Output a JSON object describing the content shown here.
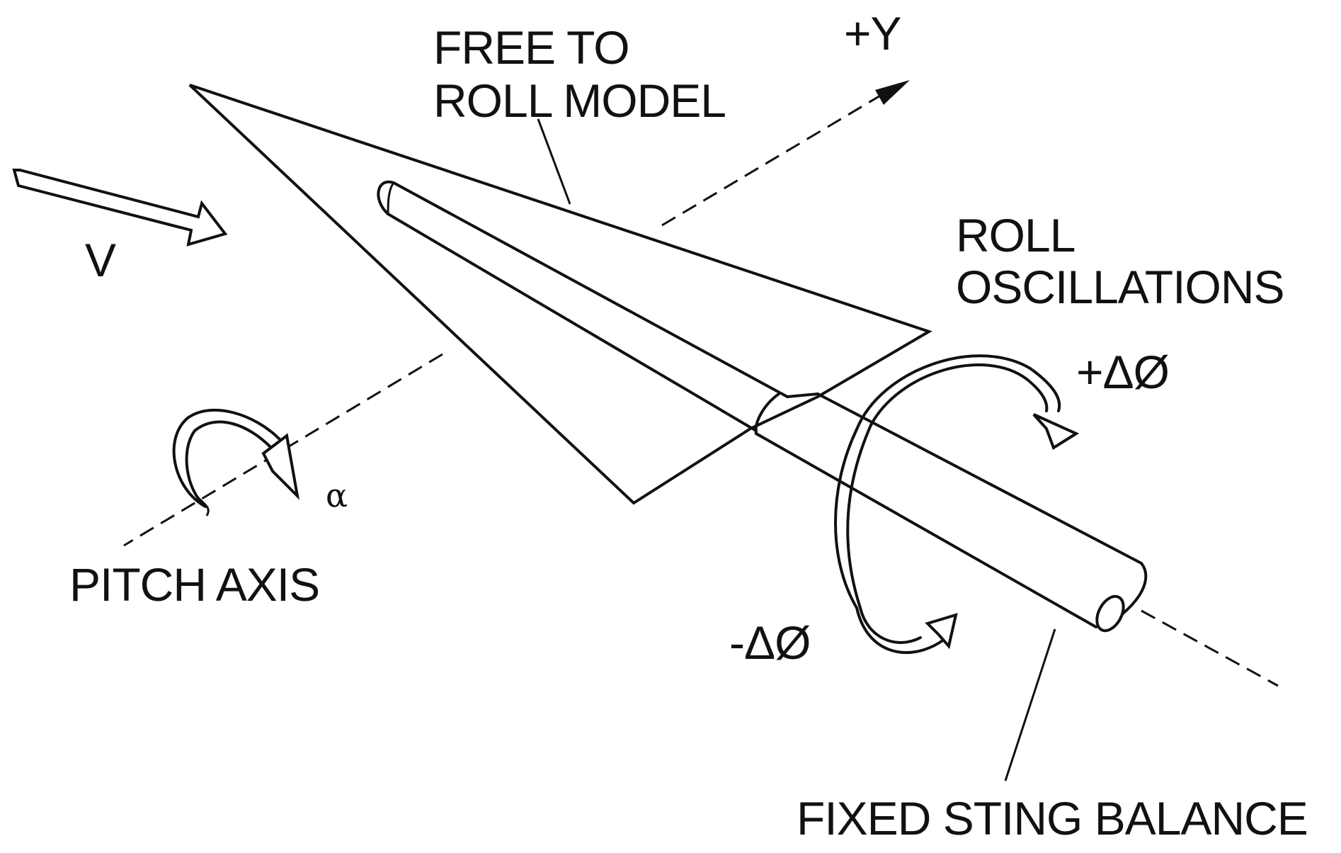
{
  "labels": {
    "free_to_roll_line1": "FREE TO",
    "free_to_roll_line2": "ROLL MODEL",
    "plus_y": "+Y",
    "velocity": "V",
    "roll_oscillations_line1": "ROLL",
    "roll_oscillations_line2": "OSCILLATIONS",
    "plus_delta_phi": "+ΔØ",
    "minus_delta_phi": "-ΔØ",
    "alpha": "α",
    "pitch_axis": "PITCH AXIS",
    "fixed_sting_balance": "FIXED STING BALANCE"
  },
  "colors": {
    "ink": "#111111",
    "background": "#ffffff"
  }
}
